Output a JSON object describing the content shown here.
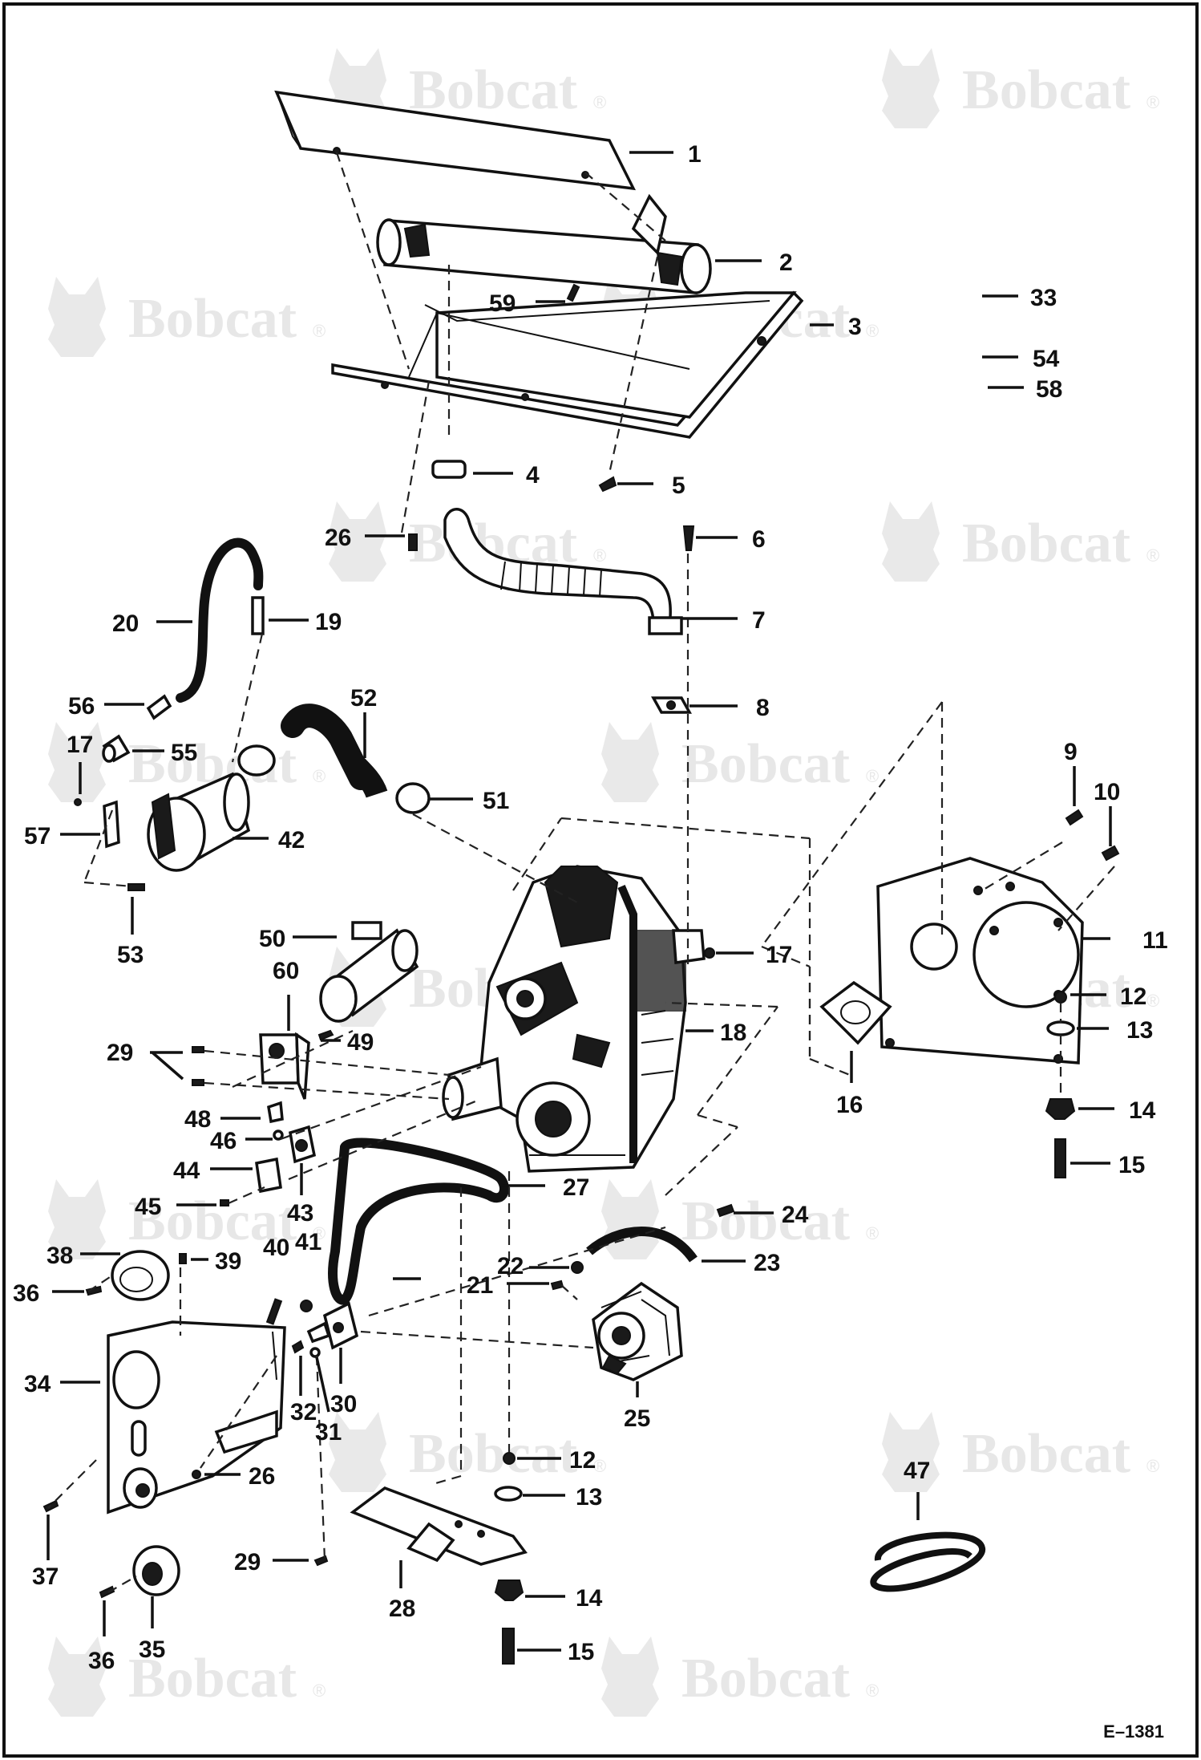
{
  "watermark": {
    "brand": "Bobcat",
    "registered": "®"
  },
  "figure_id": "E–1381",
  "callouts": [
    "1",
    "2",
    "3",
    "33",
    "54",
    "58",
    "59",
    "4",
    "5",
    "26",
    "6",
    "7",
    "8",
    "19",
    "20",
    "52",
    "51",
    "56",
    "17",
    "55",
    "57",
    "42",
    "53",
    "50",
    "60",
    "49",
    "29",
    "48",
    "46",
    "44",
    "43",
    "45",
    "38",
    "39",
    "36",
    "40",
    "41",
    "27",
    "21",
    "22",
    "23",
    "24",
    "25",
    "32",
    "31",
    "30",
    "34",
    "26",
    "12",
    "13",
    "14",
    "15",
    "28",
    "37",
    "35",
    "36",
    "29",
    "18",
    "17",
    "9",
    "10",
    "11",
    "12",
    "13",
    "14",
    "15",
    "16",
    "47"
  ]
}
